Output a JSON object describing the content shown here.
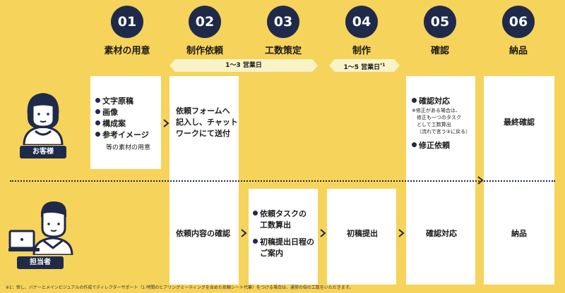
{
  "steps": [
    {
      "num": "01",
      "title": "素材の用意"
    },
    {
      "num": "02",
      "title": "制作依頼"
    },
    {
      "num": "03",
      "title": "工数策定"
    },
    {
      "num": "04",
      "title": "制作"
    },
    {
      "num": "05",
      "title": "確認"
    },
    {
      "num": "06",
      "title": "納品"
    }
  ],
  "durations": {
    "first": "1〜3 営業日",
    "second": "1〜5 営業日",
    "second_note_mark": "*1"
  },
  "roles": {
    "customer": "お客様",
    "staff": "担当者"
  },
  "customer_row": {
    "materials": {
      "items": [
        "文字原稿",
        "画像",
        "構成案",
        "参考イメージ"
      ],
      "suffix": "等の素材の用意"
    },
    "request": {
      "lines": [
        "依頼フォームへ",
        "記入し、チャット",
        "ワークにて送付"
      ]
    },
    "confirm": {
      "item1": "確認対応",
      "note": [
        "※修正がある場合は、",
        "修正も一つのタスク",
        "として工数算出",
        "（流れで言う③に戻る）"
      ],
      "item2": "修正依頼"
    },
    "final": "最終確認"
  },
  "staff_row": {
    "check": "依頼内容の確認",
    "estimate": {
      "item1_lines": [
        "依頼タスクの",
        "工数算出"
      ],
      "item2_lines": [
        "初稿提出日程の",
        "ご案内"
      ]
    },
    "draft": "初稿提出",
    "confirm": "確認対応",
    "delivery": "納品"
  },
  "footnote": "※1：但し、バナーとメインビジュアルの作成でディレクターサポート（1 時間のヒアリングミーティングを含めた依頼シート代筆）をつける場合は、通常の倍の工数をいただきます。",
  "colors": {
    "background": "#f6d35a",
    "navy": "#1f2a4b",
    "card": "#ffffff"
  }
}
